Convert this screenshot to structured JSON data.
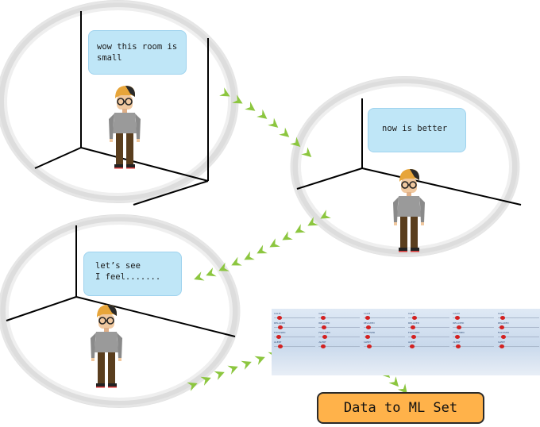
{
  "speech": {
    "room1": "wow this room is\nsmall",
    "room2": "now is better",
    "room3": "let’s see\nI feel......."
  },
  "output": {
    "label": "Data to ML Set"
  },
  "slider_panel": {
    "columns": 6,
    "rows": 4,
    "row_labels": [
      [
        "CALM",
        "RELAXED",
        "FOCUSED",
        "ALERT"
      ],
      [
        "CALM",
        "RELAXED",
        "FOCUSED",
        "ALERT"
      ],
      [
        "CALM",
        "RELAXED",
        "FOCUSED",
        "ALERT"
      ],
      [
        "CALM",
        "RELAXED",
        "FOCUSED",
        "ALERT"
      ],
      [
        "CALM",
        "RELAXED",
        "FOCUSED",
        "ALERT"
      ],
      [
        "CALM",
        "RELAXED",
        "FOCUSED",
        "ALERT"
      ]
    ],
    "slider_levels": [
      [
        0.08,
        0.1,
        0.06,
        0.1
      ],
      [
        0.05,
        0.08,
        0.1,
        0.06
      ],
      [
        0.06,
        0.08,
        0.05,
        0.1
      ],
      [
        0.1,
        0.06,
        0.08,
        0.05
      ],
      [
        0.05,
        0.1,
        0.06,
        0.08
      ],
      [
        0.08,
        0.05,
        0.1,
        0.06
      ]
    ]
  },
  "colors": {
    "bubble": "#bfe6f7",
    "arrow": "#8cc63f",
    "button": "#ffb24a",
    "slider_knob": "#d32020"
  }
}
